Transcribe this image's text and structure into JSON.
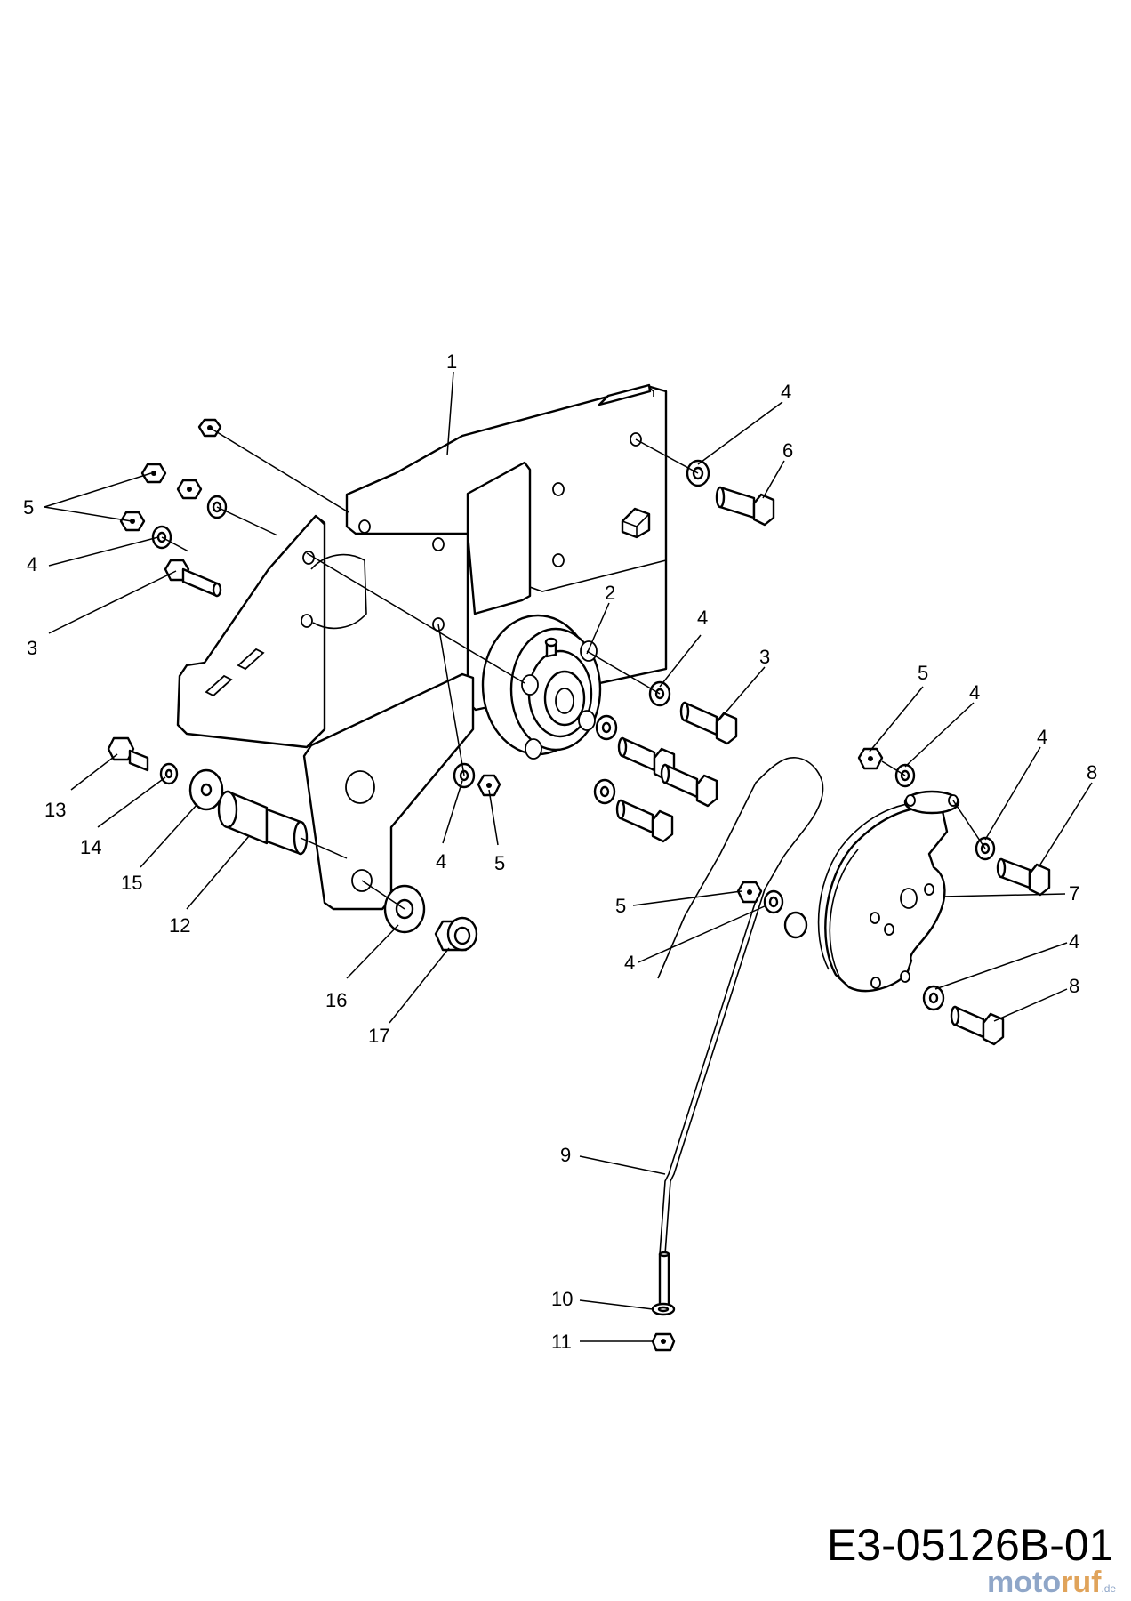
{
  "drawing_code": "E3-05126B-01",
  "watermark": {
    "part1": "moto",
    "part2": "ruf",
    "suffix": ".de"
  },
  "callouts": [
    {
      "id": "c1",
      "label": "1"
    },
    {
      "id": "c4a",
      "label": "4"
    },
    {
      "id": "c6",
      "label": "6"
    },
    {
      "id": "c5a",
      "label": "5"
    },
    {
      "id": "c4b",
      "label": "4"
    },
    {
      "id": "c3a",
      "label": "3"
    },
    {
      "id": "c2",
      "label": "2"
    },
    {
      "id": "c4c",
      "label": "4"
    },
    {
      "id": "c3b",
      "label": "3"
    },
    {
      "id": "c5b",
      "label": "5"
    },
    {
      "id": "c4d",
      "label": "4"
    },
    {
      "id": "c4e",
      "label": "4"
    },
    {
      "id": "c8a",
      "label": "8"
    },
    {
      "id": "c13",
      "label": "13"
    },
    {
      "id": "c14",
      "label": "14"
    },
    {
      "id": "c15",
      "label": "15"
    },
    {
      "id": "c12",
      "label": "12"
    },
    {
      "id": "c4f",
      "label": "4"
    },
    {
      "id": "c5c",
      "label": "5"
    },
    {
      "id": "c7",
      "label": "7"
    },
    {
      "id": "c5d",
      "label": "5"
    },
    {
      "id": "c4g",
      "label": "4"
    },
    {
      "id": "c4h",
      "label": "4"
    },
    {
      "id": "c8b",
      "label": "8"
    },
    {
      "id": "c16",
      "label": "16"
    },
    {
      "id": "c17",
      "label": "17"
    },
    {
      "id": "c9",
      "label": "9"
    },
    {
      "id": "c10",
      "label": "10"
    },
    {
      "id": "c11",
      "label": "11"
    }
  ]
}
